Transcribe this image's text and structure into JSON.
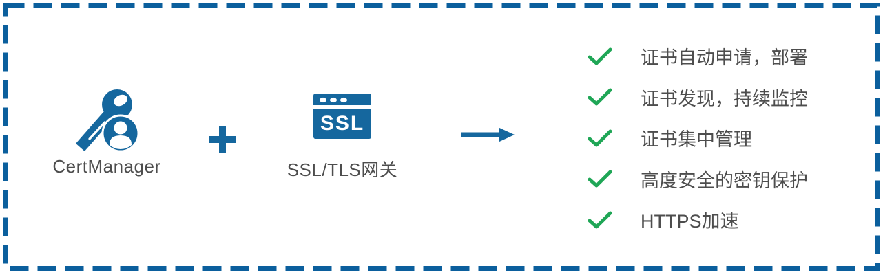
{
  "colors": {
    "border_blue": "#0B5F9D",
    "icon_blue": "#15679E",
    "check_green": "#1FA656",
    "text_gray": "#4D4D4D"
  },
  "icons": {
    "key_user": "key-with-user-badge",
    "plus": "+",
    "ssl_window": "browser-window-ssl",
    "arrow": "→",
    "check": "✓"
  },
  "certmanager": {
    "label": "CertManager"
  },
  "gateway": {
    "label": "SSL/TLS网关",
    "icon_text": "SSL"
  },
  "features": [
    {
      "label": "证书自动申请，部署"
    },
    {
      "label": "证书发现，持续监控"
    },
    {
      "label": "证书集中管理"
    },
    {
      "label": "高度安全的密钥保护"
    },
    {
      "label": "HTTPS加速"
    }
  ]
}
